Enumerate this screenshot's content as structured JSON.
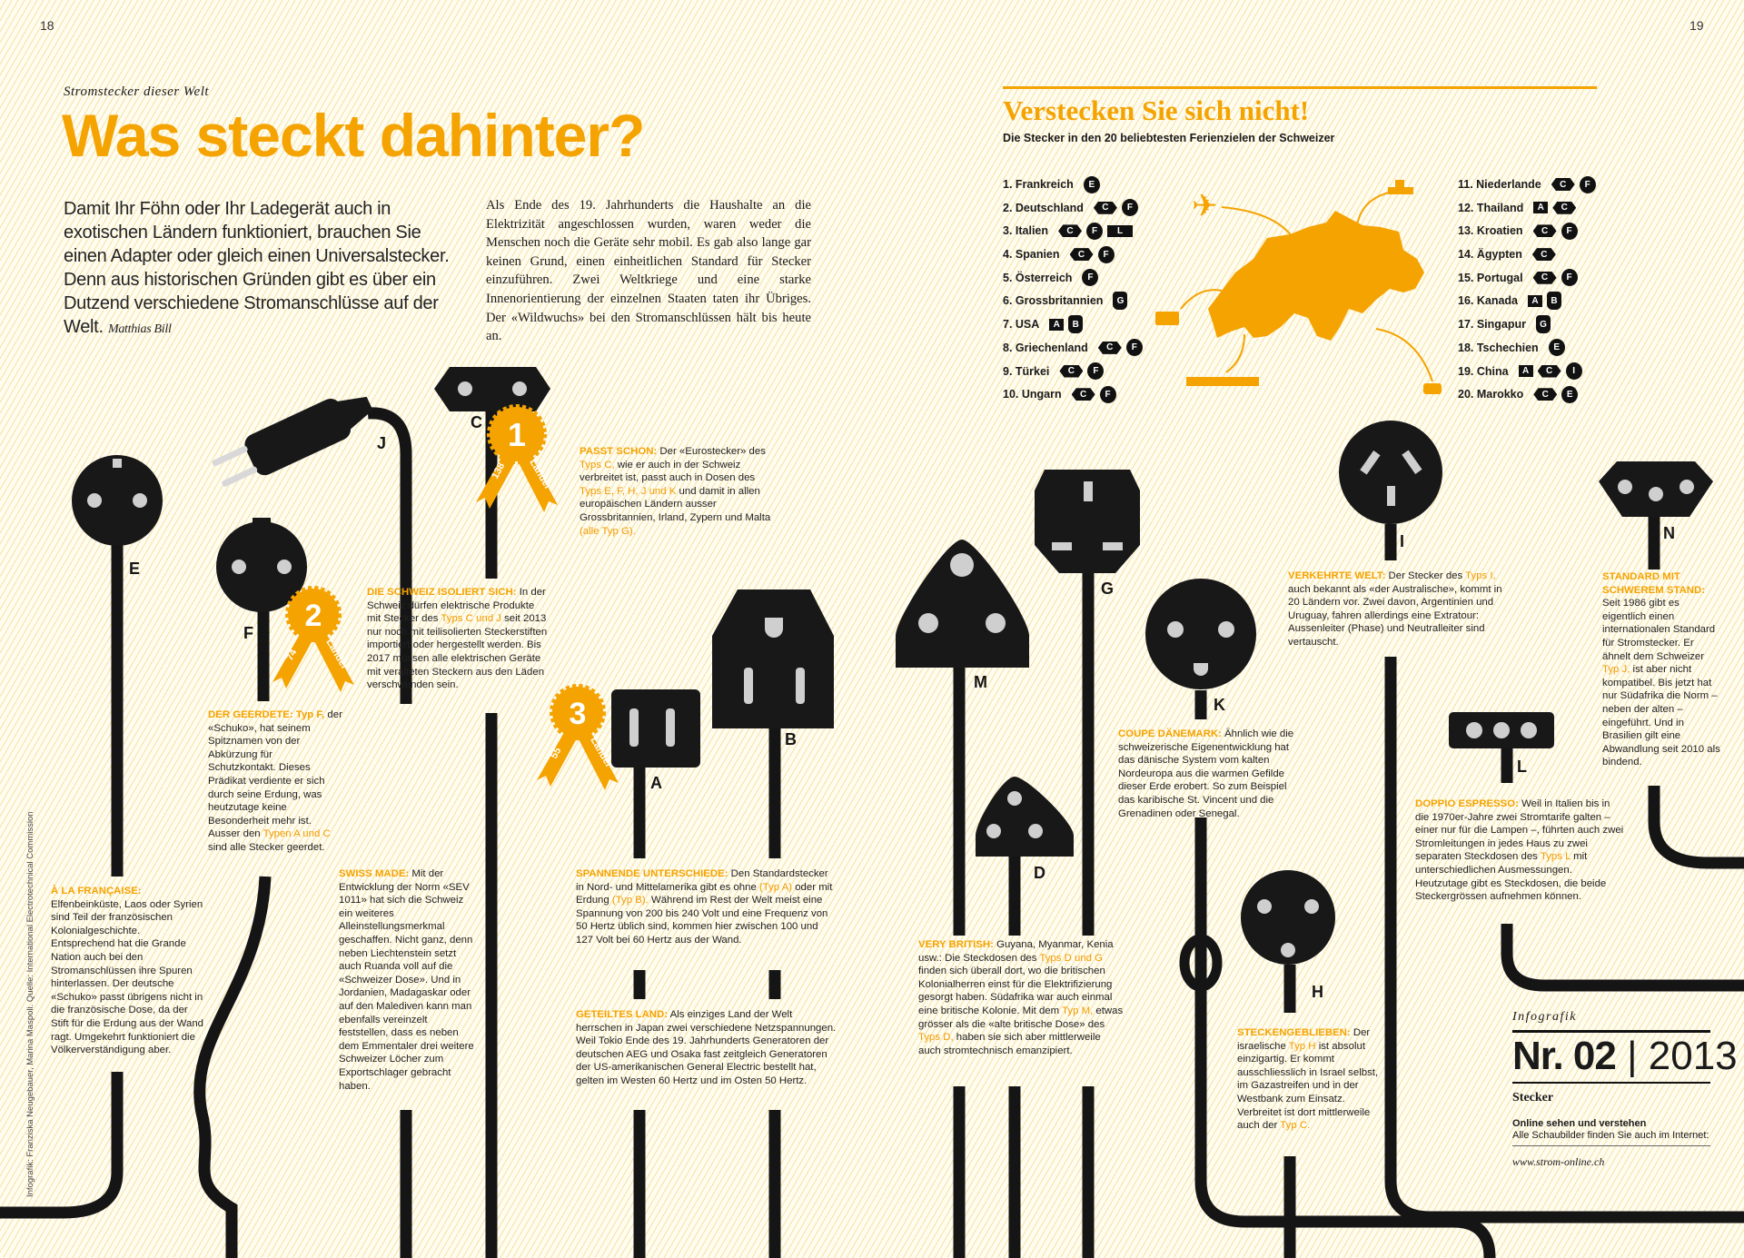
{
  "page_left": "18",
  "page_right": "19",
  "kicker": "Stromstecker dieser Welt",
  "title": "Was steckt dahinter?",
  "lead": "Damit Ihr Föhn oder Ihr Ladegerät auch in exotischen Ländern funktioniert, brauchen Sie einen Adapter oder gleich einen Universalstecker. Denn aus historischen Gründen gibt es über ein Dutzend verschiedene Stromanschlüsse auf der Welt.",
  "author": "Matthias Bill",
  "intro": "Als Ende des 19. Jahrhunderts die Haushalte an die Elektrizität angeschlossen wurden, waren weder die Menschen noch die Geräte sehr mobil. Es gab also lange gar keinen Grund, einen einheitlichen Standard für Stecker einzuführen. Zwei Weltkriege und eine starke Innenorientierung der einzelnen Staaten taten ihr Übriges. Der «Wildwuchs» bei den Stromanschlüssen hält bis heute an.",
  "ranking": {
    "title": "Verstecken Sie sich nicht!",
    "subtitle": "Die Stecker in den 20 beliebtesten Ferienzielen der Schweizer",
    "countries": [
      {
        "name": "1. Frankreich",
        "types": [
          "E"
        ]
      },
      {
        "name": "2. Deutschland",
        "types": [
          "C",
          "F"
        ]
      },
      {
        "name": "3. Italien",
        "types": [
          "C",
          "F",
          "L"
        ]
      },
      {
        "name": "4. Spanien",
        "types": [
          "C",
          "F"
        ]
      },
      {
        "name": "5. Österreich",
        "types": [
          "F"
        ]
      },
      {
        "name": "6. Grossbritannien",
        "types": [
          "G"
        ]
      },
      {
        "name": "7. USA",
        "types": [
          "A",
          "B"
        ]
      },
      {
        "name": "8. Griechenland",
        "types": [
          "C",
          "F"
        ]
      },
      {
        "name": "9. Türkei",
        "types": [
          "C",
          "F"
        ]
      },
      {
        "name": "10. Ungarn",
        "types": [
          "C",
          "F"
        ]
      },
      {
        "name": "11. Niederlande",
        "types": [
          "C",
          "F"
        ]
      },
      {
        "name": "12. Thailand",
        "types": [
          "A",
          "C"
        ]
      },
      {
        "name": "13. Kroatien",
        "types": [
          "C",
          "F"
        ]
      },
      {
        "name": "14. Ägypten",
        "types": [
          "C"
        ]
      },
      {
        "name": "15. Portugal",
        "types": [
          "C",
          "F"
        ]
      },
      {
        "name": "16. Kanada",
        "types": [
          "A",
          "B"
        ]
      },
      {
        "name": "17. Singapur",
        "types": [
          "G"
        ]
      },
      {
        "name": "18. Tschechien",
        "types": [
          "E"
        ]
      },
      {
        "name": "19. China",
        "types": [
          "A",
          "C",
          "I"
        ]
      },
      {
        "name": "20. Marokko",
        "types": [
          "C",
          "E"
        ]
      }
    ]
  },
  "plugs": {
    "E": "E",
    "F": "F",
    "J": "J",
    "C": "C",
    "A": "A",
    "B": "B",
    "M": "M",
    "G": "G",
    "D": "D",
    "K": "K",
    "I": "I",
    "N": "N",
    "L": "L",
    "H": "H"
  },
  "badges": [
    {
      "rank": "1",
      "count": "138",
      "unit": "Länder"
    },
    {
      "rank": "2",
      "count": "74",
      "unit": "Länder"
    },
    {
      "rank": "3",
      "count": "55",
      "unit": "Länder"
    }
  ],
  "notes": {
    "passt": {
      "label": "PASST SCHON:",
      "parts": [
        {
          "t": " Der «Eurostecker» des "
        },
        {
          "t": "Typs C,",
          "hl": true
        },
        {
          "t": " wie er auch in der Schweiz verbreitet ist, passt auch in Dosen des "
        },
        {
          "t": "Typs E, F, H, J und K",
          "hl": true
        },
        {
          "t": " und damit in allen europäischen Ländern ausser Grossbritannien, Irland, Zypern und Malta "
        },
        {
          "t": "(alle Typ G).",
          "hl": true
        }
      ]
    },
    "schweiz": {
      "label": "DIE SCHWEIZ ISOLIERT SICH:",
      "parts": [
        {
          "t": " In der Schweiz dürfen elektrische Produkte mit Stecker des "
        },
        {
          "t": "Typs C und J",
          "hl": true
        },
        {
          "t": " seit 2013 nur noch mit teilisolierten Steckerstiften importiert oder hergestellt werden. Bis 2017 müssen alle elektrischen Geräte mit veralteten Steckern aus den Läden verschwunden sein."
        }
      ]
    },
    "geerdete": {
      "label": "DER GEERDETE: Typ F,",
      "parts": [
        {
          "t": " der «Schuko», hat seinem Spitznamen von der Abkürzung für Schutzkontakt. Dieses Prädikat verdiente er sich durch seine Erdung, was heutzutage keine Besonderheit mehr ist. Ausser den "
        },
        {
          "t": "Typen A und C",
          "hl": true
        },
        {
          "t": " sind alle Stecker geerdet."
        }
      ]
    },
    "francaise": {
      "label": "À LA FRANÇAISE:",
      "parts": [
        {
          "t": " Elfenbeinküste, Laos oder Syrien sind Teil der französischen Kolonialgeschichte. Entsprechend hat die Grande Nation auch bei den Stromanschlüssen ihre Spuren hinterlassen. Der deutsche «Schuko» passt übrigens nicht in die französische Dose, da der Stift für die Erdung aus der Wand ragt. Umgekehrt funktioniert die Völkerverständigung aber."
        }
      ]
    },
    "swiss": {
      "label": "SWISS MADE:",
      "parts": [
        {
          "t": " Mit der Entwicklung der Norm «SEV 1011» hat sich die Schweiz ein weiteres Alleinstellungsmerkmal geschaffen. Nicht ganz, denn neben Liechtenstein setzt auch Ruanda voll auf die «Schweizer Dose». Und in Jordanien, Madagaskar oder auf den Malediven kann man ebenfalls vereinzelt feststellen, dass es neben dem Emmentaler drei weitere Schweizer Löcher zum Exportschlager gebracht haben."
        }
      ]
    },
    "spannende": {
      "label": "SPANNENDE UNTERSCHIEDE:",
      "parts": [
        {
          "t": " Den Standardstecker in Nord- und Mittelamerika gibt es ohne "
        },
        {
          "t": "(Typ A)",
          "hl": true
        },
        {
          "t": " oder mit Erdung "
        },
        {
          "t": "(Typ B).",
          "hl": true
        },
        {
          "t": " Während im Rest der Welt meist eine Spannung von 200 bis 240 Volt und eine Frequenz von 50 Hertz üblich sind, kommen hier zwischen 100 und 127 Volt bei 60 Hertz aus der Wand."
        }
      ]
    },
    "geteilt": {
      "label": "GETEILTES LAND:",
      "parts": [
        {
          "t": " Als einziges Land der Welt herrschen in Japan zwei verschiedene Netzspannungen. Weil Tokio Ende des 19. Jahrhunderts Generatoren der deutschen AEG und Osaka fast zeitgleich Generatoren der US-amerikanischen General Electric bestellt hat, gelten im Westen 60 Hertz und im Osten 50 Hertz."
        }
      ]
    },
    "british": {
      "label": "VERY BRITISH:",
      "parts": [
        {
          "t": " Guyana, Myanmar, Kenia usw.: Die Steckdosen des "
        },
        {
          "t": "Typs D und G",
          "hl": true
        },
        {
          "t": " finden sich überall dort, wo die britischen Kolonialherren einst für die Elektrifizierung gesorgt haben. Südafrika war auch einmal eine britische Kolonie. Mit dem "
        },
        {
          "t": "Typ M,",
          "hl": true
        },
        {
          "t": " etwas grösser als die «alte britische Dose» des "
        },
        {
          "t": "Typs D,",
          "hl": true
        },
        {
          "t": " haben sie sich aber mittlerweile auch stromtechnisch emanzipiert."
        }
      ]
    },
    "coupe": {
      "label": "COUPE DÄNEMARK:",
      "parts": [
        {
          "t": " Ähnlich wie die schweizerische Eigenentwicklung hat das dänische System vom kalten Nordeuropa aus die warmen Gefilde dieser Erde erobert. So zum Beispiel das karibische St. Vincent und die Grenadinen oder Senegal."
        }
      ]
    },
    "verkehrt": {
      "label": "VERKEHRTE WELT:",
      "parts": [
        {
          "t": " Der Stecker des "
        },
        {
          "t": "Typs I,",
          "hl": true
        },
        {
          "t": " auch bekannt als «der Australische», kommt in 20 Ländern vor. Zwei davon, Argentinien und Uruguay, fahren allerdings eine Extratour: Aussenleiter (Phase) und Neutralleiter sind vertauscht."
        }
      ]
    },
    "standard": {
      "label": "STANDARD MIT SCHWEREM STAND:",
      "parts": [
        {
          "t": " Seit 1986 gibt es eigentlich einen internationalen Standard für Stromstecker. Er ähnelt dem Schweizer "
        },
        {
          "t": "Typ J,",
          "hl": true
        },
        {
          "t": " ist aber nicht kompatibel. Bis jetzt hat nur Südafrika die Norm – neben der alten – eingeführt. Und in Brasilien gilt eine Abwandlung seit 2010 als bindend."
        }
      ]
    },
    "doppio": {
      "label": "DOPPIO ESPRESSO:",
      "parts": [
        {
          "t": " Weil in Italien bis in die 1970er-Jahre zwei Stromtarife galten – einer nur für die Lampen –, führten auch zwei Stromleitungen in jedes Haus zu zwei separaten Steckdosen des "
        },
        {
          "t": "Typs L",
          "hl": true
        },
        {
          "t": " mit unterschiedlichen Ausmessungen. Heutzutage gibt es Steckdosen, die beide Steckergrössen aufnehmen können."
        }
      ]
    },
    "stecken": {
      "label": "STECKENGEBLIEBEN:",
      "parts": [
        {
          "t": " Der israelische "
        },
        {
          "t": "Typ H",
          "hl": true
        },
        {
          "t": " ist absolut einzigartig. Er kommt ausschliesslich in Israel selbst, im Gazastreifen und in der Westbank zum Einsatz. Verbreitet ist dort mittlerweile auch der "
        },
        {
          "t": "Typ C.",
          "hl": true
        }
      ]
    }
  },
  "infobox": {
    "kicker": "Infografik",
    "nr": "Nr. 02",
    "year": "2013",
    "topic": "Stecker",
    "online_title": "Online sehen und verstehen",
    "online_text": "Alle Schaubilder finden Sie auch im Internet:",
    "url": "www.strom-online.ch"
  },
  "credit": "Infografik: Franziska Neugebauer, Marina Maspoli. Quelle: International Electrotechnical Commission",
  "colors": {
    "accent": "#f5a300",
    "ink": "#151515"
  }
}
